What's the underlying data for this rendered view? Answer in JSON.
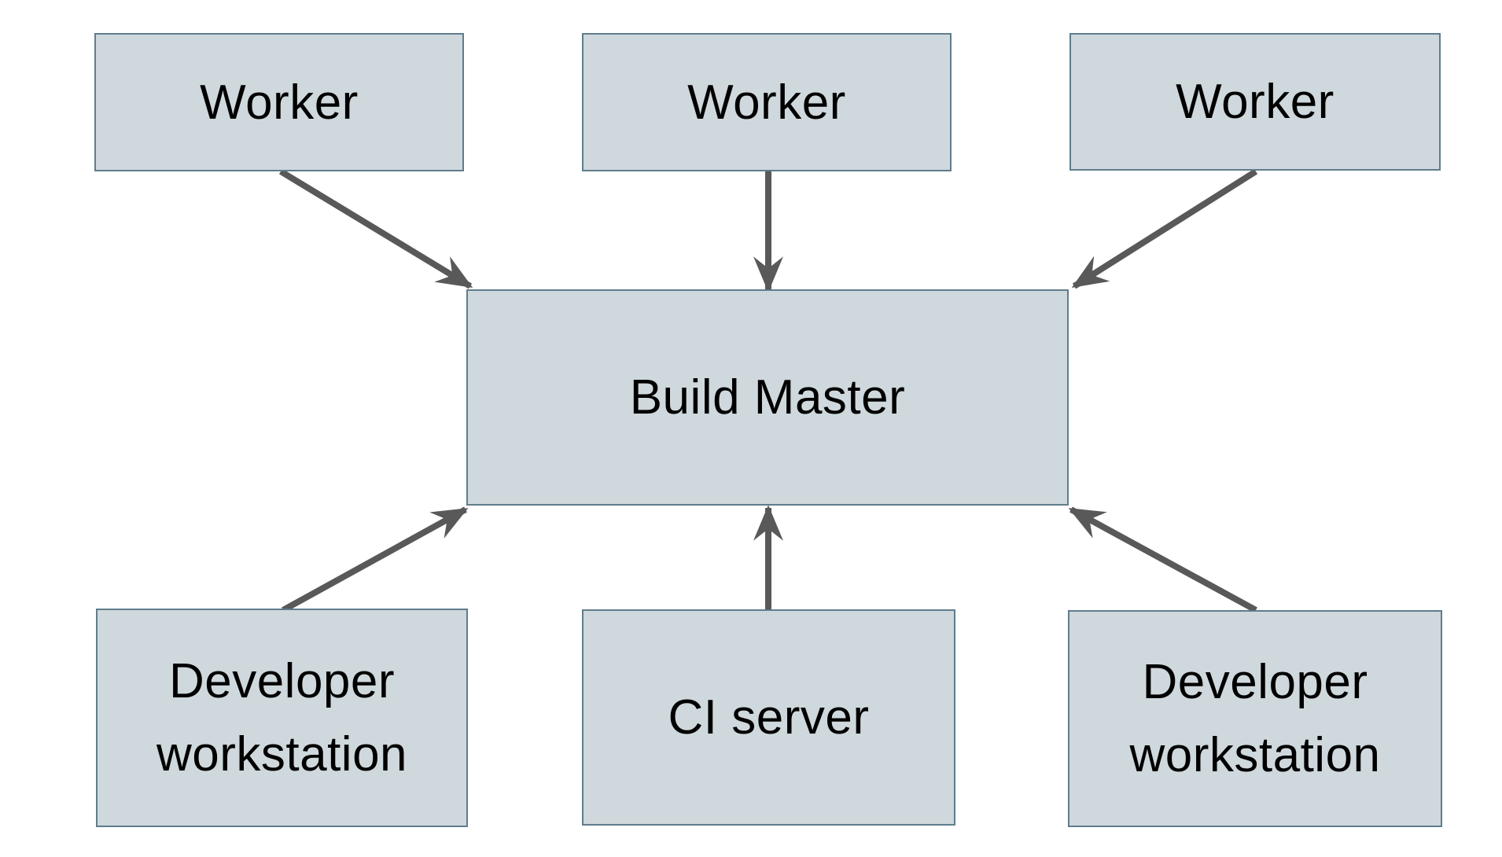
{
  "colors": {
    "background": "#ffffff",
    "node-fill": "#cfd8dc",
    "node-border": "#5f7d8c",
    "arrow": "#595959",
    "text": "#000000"
  },
  "nodes": {
    "worker_top_left": {
      "label": "Worker"
    },
    "worker_top_center": {
      "label": "Worker"
    },
    "worker_top_right": {
      "label": "Worker"
    },
    "build_master": {
      "label": "Build Master"
    },
    "developer_workstation_left": {
      "label": "Developer workstation"
    },
    "ci_server": {
      "label": "CI server"
    },
    "developer_workstation_right": {
      "label": "Developer workstation"
    }
  },
  "edges": [
    {
      "from": "worker_top_left",
      "to": "build_master"
    },
    {
      "from": "worker_top_center",
      "to": "build_master"
    },
    {
      "from": "worker_top_right",
      "to": "build_master"
    },
    {
      "from": "developer_workstation_left",
      "to": "build_master"
    },
    {
      "from": "ci_server",
      "to": "build_master"
    },
    {
      "from": "developer_workstation_right",
      "to": "build_master"
    }
  ]
}
